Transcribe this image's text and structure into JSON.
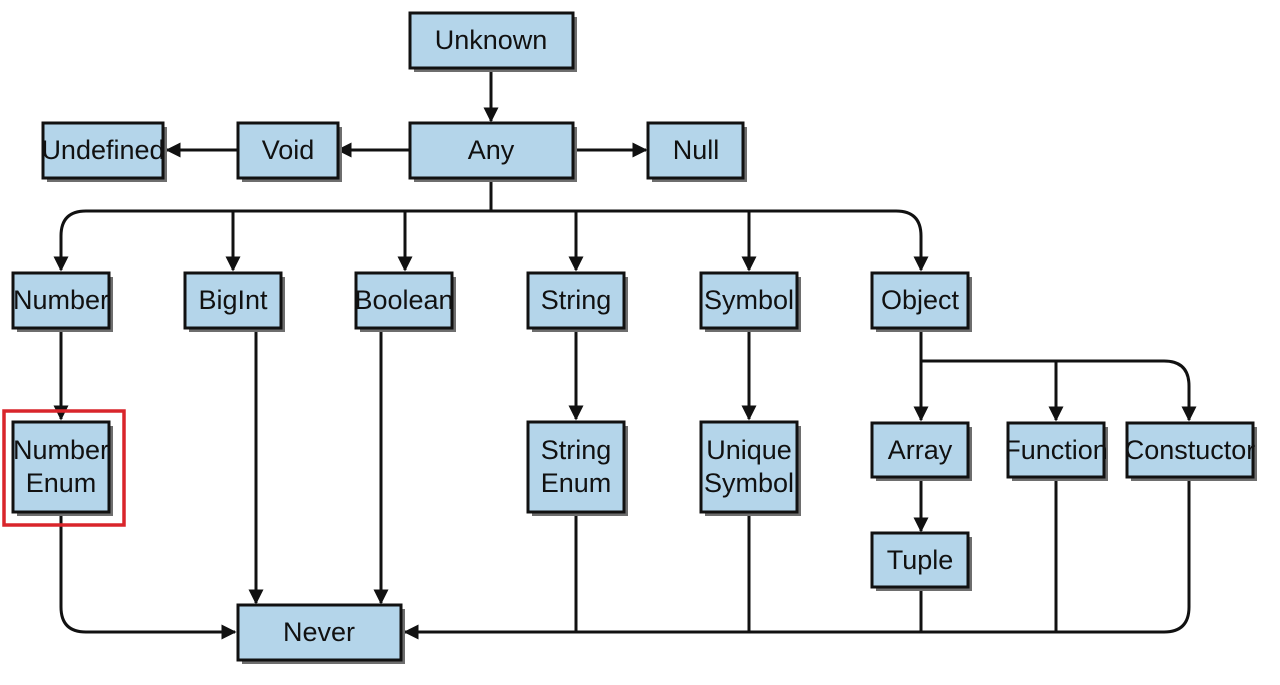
{
  "diagram": {
    "nodes": {
      "unknown": "Unknown",
      "any": "Any",
      "void": "Void",
      "undefined": "Undefined",
      "null": "Null",
      "number": "Number",
      "bigint": "BigInt",
      "boolean": "Boolean",
      "string": "String",
      "symbol": "Symbol",
      "object": "Object",
      "number_enum": [
        "Number",
        "Enum"
      ],
      "string_enum": [
        "String",
        "Enum"
      ],
      "unique_symbol": [
        "Unique",
        "Symbol"
      ],
      "array": "Array",
      "function": "Function",
      "constructor": "Constuctor",
      "tuple": "Tuple",
      "never": "Never"
    },
    "highlighted": "number_enum",
    "colors": {
      "box_fill": "#b4d5ea",
      "box_stroke": "#111111",
      "highlight": "#d9252b"
    }
  }
}
